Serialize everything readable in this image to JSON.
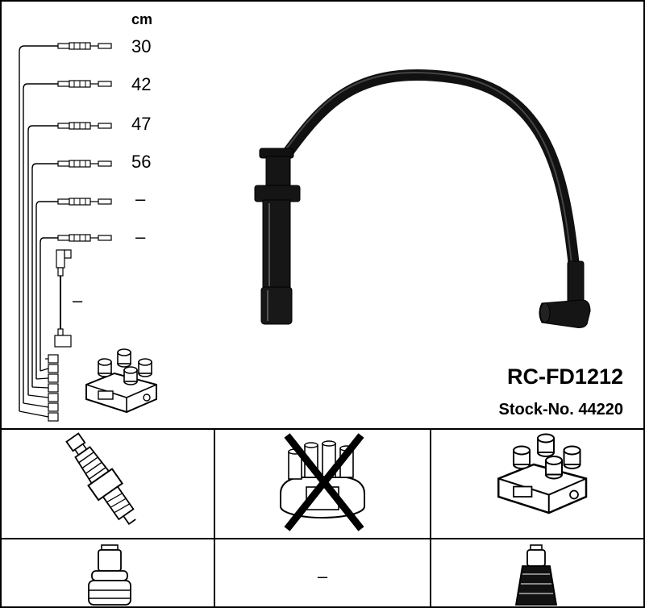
{
  "length_unit": "cm",
  "cable_lengths": [
    "30",
    "42",
    "47",
    "56",
    "–",
    "–"
  ],
  "coil_lead_length": "–",
  "product": {
    "code": "RC-FD1212",
    "stock_label": "Stock-No. 44220"
  },
  "compatibility": {
    "spark_plug": "compatible",
    "distributor_cap": "not-compatible",
    "ignition_coil": "compatible",
    "plug_connector_straight": "compatible",
    "middle_bottom": "–",
    "plug_connector_boot": "compatible"
  },
  "colors": {
    "line": "#000000",
    "background": "#ffffff",
    "cable": "#111111"
  }
}
